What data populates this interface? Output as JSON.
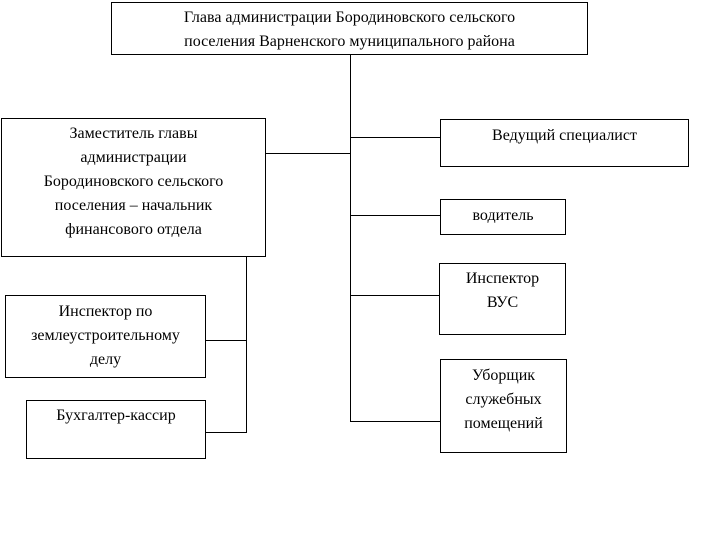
{
  "diagram": {
    "head": {
      "lines": [
        "Глава администрации Бородиновского сельского",
        "поселения Варненского муниципального района"
      ]
    },
    "deputy": {
      "lines": [
        "Заместитель главы",
        "администрации",
        "Бородиновского  сельского",
        "поселения – начальник",
        "финансового отдела"
      ]
    },
    "land_inspector": {
      "lines": [
        "Инспектор по",
        "землеустроительному",
        "делу"
      ]
    },
    "accountant": {
      "lines": [
        "Бухгалтер-кассир"
      ]
    },
    "lead_specialist": {
      "lines": [
        "Ведущий специалист"
      ]
    },
    "driver": {
      "lines": [
        "водитель"
      ]
    },
    "vus_inspector": {
      "lines": [
        "Инспектор",
        "ВУС"
      ]
    },
    "cleaner": {
      "lines": [
        "Уборщик",
        "служебных",
        "помещений"
      ]
    }
  }
}
